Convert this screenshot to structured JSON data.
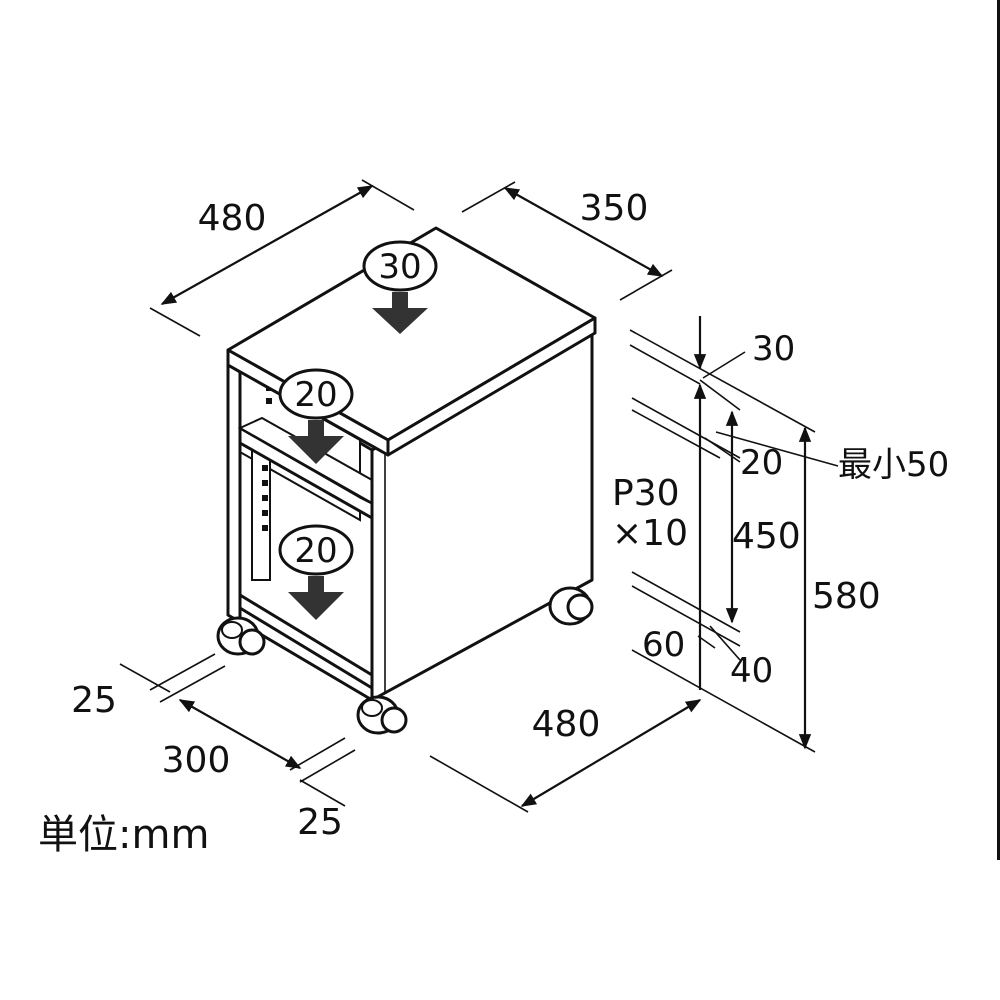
{
  "dimensions": {
    "width_top": "480",
    "depth_top": "350",
    "top_thickness": "30",
    "shelf_gap_min": "最小50",
    "shelf_thickness": "20",
    "pitch_label": "P30",
    "pitch_count": "×10",
    "inner_height": "450",
    "total_height": "580",
    "base_height": "60",
    "bottom_gap": "40",
    "depth_bottom": "480",
    "caster_offset_left": "25",
    "inner_width": "300",
    "caster_offset_right": "25"
  },
  "load_badges": {
    "top": "30",
    "middle_shelf": "20",
    "bottom_shelf": "20"
  },
  "unit_label": "単位:mm"
}
